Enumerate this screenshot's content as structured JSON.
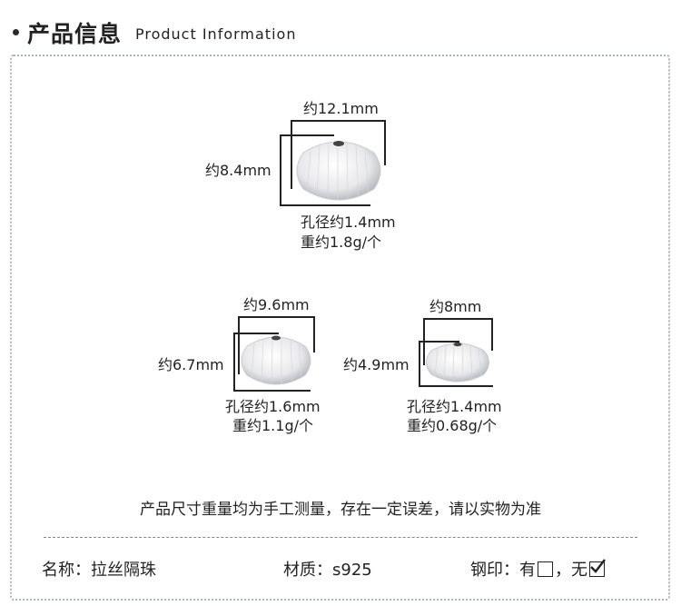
{
  "header": {
    "title_cn": "产品信息",
    "title_en": "Product Information"
  },
  "products": [
    {
      "width": "约12.1mm",
      "height": "约8.4mm",
      "hole": "孔径约1.4mm",
      "weight": "重约1.8g/个"
    },
    {
      "width": "约9.6mm",
      "height": "约6.7mm",
      "hole": "孔径约1.6mm",
      "weight": "重约1.1g/个"
    },
    {
      "width": "约8mm",
      "height": "约4.9mm",
      "hole": "孔径约1.4mm",
      "weight": "重约0.68g/个"
    }
  ],
  "note": "产品尺寸重量均为手工测量，存在一定误差，请以实物为准",
  "footer": {
    "name_label": "名称：",
    "name_value": "拉丝隔珠",
    "material_label": "材质：",
    "material_value": "s925",
    "stamp_label": "钢印：",
    "stamp_yes": "有",
    "stamp_sep": "，",
    "stamp_no": "无",
    "stamp_selected": "无"
  }
}
